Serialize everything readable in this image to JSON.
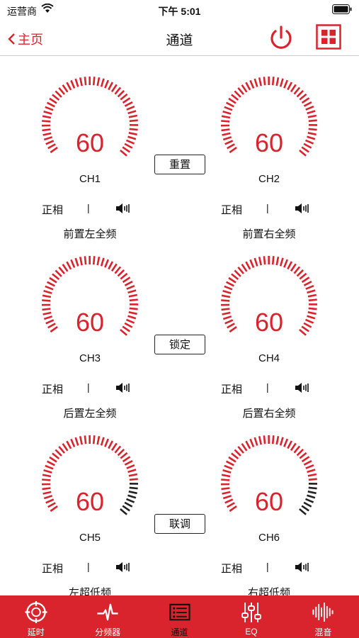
{
  "status_bar": {
    "carrier": "运营商",
    "time": "下午 5:01"
  },
  "nav": {
    "back_label": "主页",
    "title": "通道"
  },
  "buttons": {
    "reset": "重置",
    "lock": "锁定",
    "link": "联调"
  },
  "channels": [
    {
      "value": "60",
      "name": "CH1",
      "phase": "正相",
      "desc": "前置左全频",
      "level": 1.0
    },
    {
      "value": "60",
      "name": "CH2",
      "phase": "正相",
      "desc": "前置右全频",
      "level": 1.0
    },
    {
      "value": "60",
      "name": "CH3",
      "phase": "正相",
      "desc": "后置左全频",
      "level": 1.0
    },
    {
      "value": "60",
      "name": "CH4",
      "phase": "正相",
      "desc": "后置右全频",
      "level": 1.0
    },
    {
      "value": "60",
      "name": "CH5",
      "phase": "正相",
      "desc": "左超低频",
      "level": 0.83
    },
    {
      "value": "60",
      "name": "CH6",
      "phase": "正相",
      "desc": "右超低频",
      "level": 0.83
    }
  ],
  "tabs": [
    {
      "label": "延时",
      "icon": "crosshair-icon"
    },
    {
      "label": "分频器",
      "icon": "waveform-icon"
    },
    {
      "label": "通道",
      "icon": "list-icon"
    },
    {
      "label": "EQ",
      "icon": "sliders-icon"
    },
    {
      "label": "混音",
      "icon": "soundwave-icon"
    }
  ],
  "colors": {
    "accent": "#d9232d",
    "inactive_tick": "#222222"
  }
}
